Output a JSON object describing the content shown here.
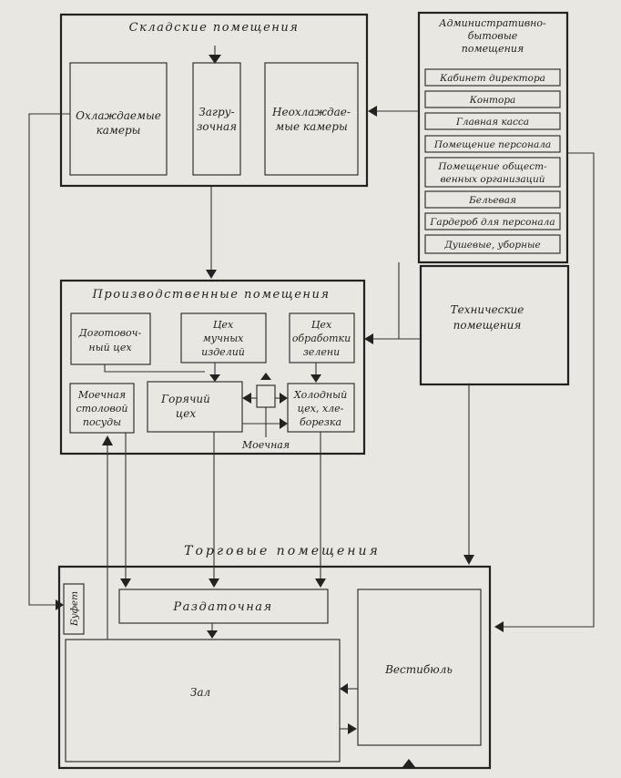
{
  "groups": {
    "storage": {
      "title": "Складские помещения",
      "cooled": [
        "Охлаждаемые",
        "камеры"
      ],
      "loading": [
        "Загру-",
        "зочная"
      ],
      "uncooled": [
        "Неохлаждае-",
        "мые камеры"
      ]
    },
    "admin": {
      "title": [
        "Административно-",
        "бытовые",
        "помещения"
      ],
      "items": [
        [
          "Кабинет директора"
        ],
        [
          "Контора"
        ],
        [
          "Главная касса"
        ],
        [
          "Помещение персонала"
        ],
        [
          "Помещение общест-",
          "венных организаций"
        ],
        [
          "Бельевая"
        ],
        [
          "Гардероб для персонала"
        ],
        [
          "Душевые, уборные"
        ]
      ]
    },
    "production": {
      "title": "Производственные помещения",
      "prep": [
        "Доготовоч-",
        "ный цех"
      ],
      "flour": [
        "Цех",
        "мучных",
        "изделий"
      ],
      "greens": [
        "Цех",
        "обработки",
        "зелени"
      ],
      "dishwash": [
        "Моечная",
        "столовой",
        "посуды"
      ],
      "hot": [
        "Горячий",
        "цех"
      ],
      "cold": [
        "Холодный",
        "цех, хле-",
        "борезка"
      ],
      "washroom": "Моечная"
    },
    "technical": {
      "title": [
        "Технические",
        "помещения"
      ]
    },
    "trade": {
      "title": "Торговые помещения",
      "buffet": "Буфет",
      "serving": "Раздаточная",
      "hall": "Зал",
      "vestibule": "Вестибюль"
    }
  }
}
